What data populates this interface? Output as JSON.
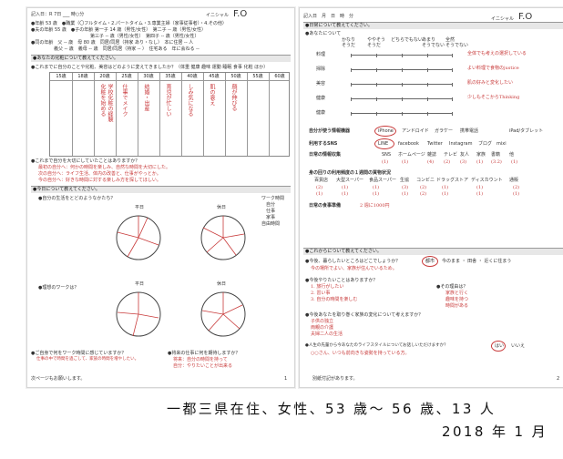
{
  "left": {
    "header": {
      "date": "記入日：R 7日 ___ 時○分",
      "initial_label": "イニシャル",
      "initial": "F.O"
    },
    "profile": [
      "●年齢 53 歳　●職業（〇フルタイム・2.パートタイム・3.専業主婦（家事従事者）・4.その他）",
      "●夫の年齢 55 歳　●子の年齢 第一子 14 歳（男性/女性）　第二子 -- 歳（男性/女性）",
      "　　　　　　　　　　　　　第三子 -- 歳（男性/女性）　第四子 -- 歳（男性/女性）",
      "●同の年齢　父 -- 歳　母 80 歳　同居/同居（持家 あり・なし）　本に住居 -- 人",
      "　　　　　義父 -- 歳　義母 -- 歳　同居/同居（持家 -- ）　住宅ある　年に会ねる --"
    ],
    "section1": "●あなたの化粧について教えてください。",
    "q1": "●これまでに自分のことや化粧、美容はどのように変えてきましたか？（体重 健康 趣味 運動 睡眠 食事 化粧 ほか）",
    "ages": [
      "15歳",
      "18歳",
      "20歳",
      "25歳",
      "30歳",
      "35歳",
      "40歳",
      "45歳",
      "50歳",
      "55歳",
      "60歳"
    ],
    "timeline_notes": [
      "化粧を始める",
      "学校化粧の経験",
      "仕事でメイク",
      "結婚・出産",
      "育児が忙しい",
      "しみ気になる",
      "肌の衰え",
      "顔が伸びる"
    ],
    "q2": "●これまで自分を大切にしていたことはありますか？",
    "q2_rows": [
      "最初の自分へ：何かの時間を楽しみ、自然な時間を大切にした。",
      "次の自分へ：ライフ生活、体内の改善と、仕事がやっとか。",
      "今の自分へ：好きな時間に対する楽しみ方を探してほしい。"
    ],
    "section2": "●今日について教えてください。",
    "q3": "●自分の生活をとどのようなかたち？",
    "weekday": "平日",
    "holiday": "休日",
    "legend": [
      "ワーク時間",
      "自分",
      "仕事",
      "家事",
      "自由時間"
    ],
    "q4": "●理想のワークは？",
    "q5": "●ご自身で何をワーク時間に感じていますか？",
    "q5_ans": "仕事の中で時間を過ごして、家族の時間を増やしたい。",
    "q6": "●将来の仕事に何を期待しますか？",
    "q6_ans": [
      "将来：自分の時間を持って",
      "自分：やりたいことが出来る"
    ],
    "footer": "次ページもお願いします。",
    "pagenum": "1"
  },
  "right": {
    "header": {
      "date": "記入日　月　日　時　分",
      "initial_label": "イニシャル",
      "initial": "F.O"
    },
    "section1": "●日常について教えてください。",
    "q1": "●あなたについて",
    "scale": [
      "かなり",
      "ややそう",
      "どちらでもない",
      "あまり",
      "全然"
    ],
    "scale_sub": [
      "そうだ",
      "そうだ",
      "",
      "そうでない",
      "そうでない"
    ],
    "rows": [
      "料理",
      "掃除",
      "美容",
      "健康",
      "健康"
    ],
    "row_notes": [
      "全体でも考えの選択している",
      "よい料理で食物のjustice",
      "肌の好みと変化したい",
      "少しもそこからThinking"
    ],
    "q2": "自分が使う情報機器",
    "devices": [
      "iPhone",
      "アンドロイド",
      "ガラケー",
      "携帯電話",
      "iPad/タブレット"
    ],
    "q3": "利用するSNS",
    "sns": [
      "LINE",
      "facebook",
      "Twitter",
      "Instagram",
      "ブログ",
      "mixi"
    ],
    "q4": "日常の情報収集",
    "info": [
      "SNS",
      "ホームページ",
      "雑誌",
      "テレビ",
      "友人",
      "家族",
      "書籍",
      "他"
    ],
    "info_vals": [
      "(1)",
      "(1)",
      "(4)",
      "(2)",
      "(3)",
      "(1)",
      "(3.2)",
      "(1)"
    ],
    "q5": "身の回りの利用頻度の１週間の買物状況",
    "shops": [
      "百貨店",
      "大型スーパー",
      "食品スーパー",
      "生協",
      "コンビニ",
      "ドラッグストア",
      "ディスカウント",
      "通販"
    ],
    "freq1": [
      "(2)",
      "(1)",
      "(1)",
      "(3)",
      "(2)",
      "(1)",
      "(1)",
      "(2)"
    ],
    "freq2": [
      "(1)",
      "(1)",
      "(1)",
      "(1)",
      "(2)",
      "(1)",
      "(1)",
      "(1)"
    ],
    "q6": "日常の食事準備",
    "q6_ans": "2 週に1000円",
    "section2": "●これからについて教えてください。",
    "r1": "●今後、暮らしたいところはどこでしょうか？",
    "r1_choice": "都市",
    "r1_opts": "今のまま ・ 田舎 ・ 近くに住まう",
    "r1_ans": "今の場所でよい、家族が住んでいるため。",
    "r2": "●今後やりたいことはありますか？",
    "r2_left": [
      "1. 旅行がしたい",
      "2. 習い事",
      "3. 自分の時間を楽しむ"
    ],
    "r2_right_title": "●その理由は？",
    "r2_right": [
      "家族と行く",
      "趣味を持つ",
      "時間がある"
    ],
    "r3": "●今後あなたを取り巻く家族の変化について考えますか？",
    "r3_ans": [
      "子供の独立",
      "両親の介護",
      "夫婦二人の生活"
    ],
    "r4": "●人生の先輩から今あなたのライフスタイルについてお話しいただけますか？",
    "r4_opts": [
      "はい",
      "いいえ"
    ],
    "r4_ans": "○○さん、いつも前向きな姿勢を持っている方。",
    "footer": "別紙付記があります。",
    "pagenum": "2"
  },
  "caption": [
    "一都三県在住、女性、53 歳～ 56 歳、13 人",
    "2018 年 1 月"
  ]
}
